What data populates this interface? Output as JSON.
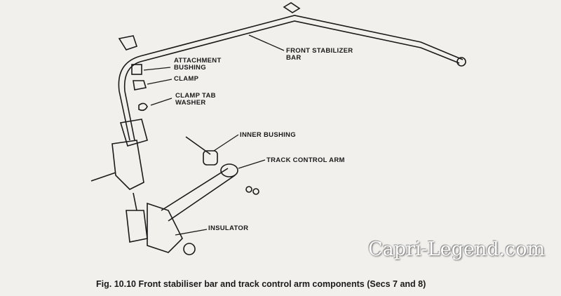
{
  "labels": {
    "front_stabilizer_bar": "FRONT STABILIZER\nBAR",
    "attachment_bushing": "ATTACHMENT\nBUSHING",
    "clamp": "CLAMP",
    "clamp_tab_washer": "CLAMP TAB\nWASHER",
    "inner_bushing": "INNER BUSHING",
    "track_control_arm": "TRACK CONTROL ARM",
    "insulator": "INSULATOR"
  },
  "caption": "Fig. 10.10 Front stabiliser bar and track control arm components (Secs 7 and 8)",
  "watermark": "Capri-Legend.com"
}
